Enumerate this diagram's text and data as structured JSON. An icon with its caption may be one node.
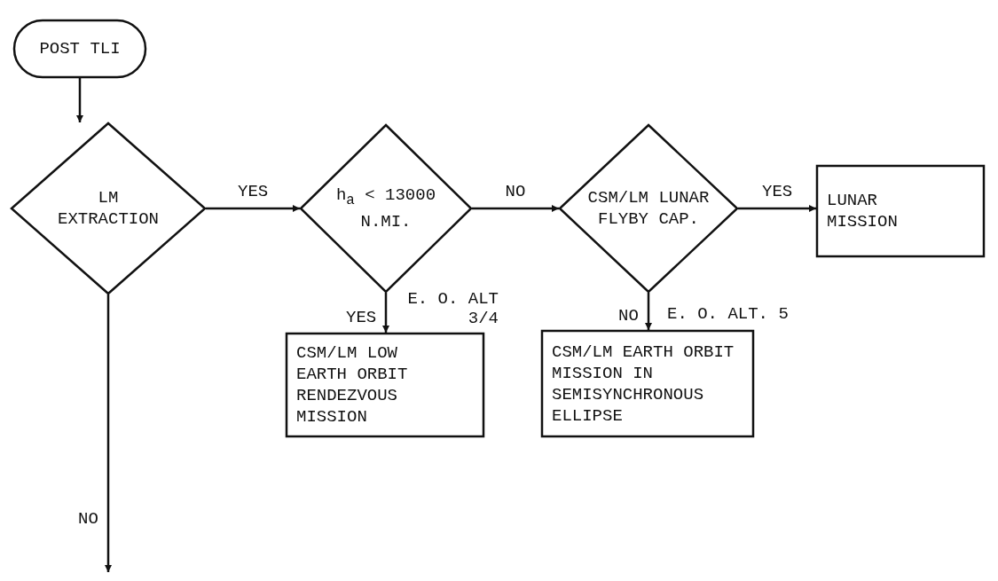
{
  "diagram": {
    "nodes": [
      {
        "text": [
          "POST TLI"
        ]
      },
      {
        "text": [
          "LM EXTRACTION"
        ]
      },
      {
        "text": [
          "h$_{a}$ < 13000 N.MI."
        ]
      },
      {
        "text": [
          "CSM/LM LUNAR FLYBY CAP."
        ]
      },
      {
        "text": [
          "LUNAR MISSION"
        ]
      },
      {
        "text": [
          "CSM/LM LOW EARTH ORBIT RENDEZVOUS MISSION"
        ]
      },
      {
        "text": [
          "CSM/LM EARTH ORBIT MISSION IN SEMISYNCHRONOUS ELLIPSE"
        ]
      }
    ],
    "edges": [
      {
        "from": 0,
        "to": 1,
        "arrow": "to"
      },
      {
        "from": 1,
        "to": 2,
        "arrow": "to",
        "label": "YES"
      },
      {
        "from": 2,
        "to": 3,
        "arrow": "to",
        "label": "NO"
      },
      {
        "from": 3,
        "to": 4,
        "arrow": "to",
        "label": "YES"
      },
      {
        "from": 2,
        "to": 5,
        "arrow": "to",
        "label": "YES"
      },
      {
        "from": 3,
        "to": 6,
        "arrow": "to",
        "label": "NO"
      },
      {
        "from": 1,
        "to": null,
        "arrow": "to",
        "label": "NO"
      }
    ],
    "labels": [
      "E. O. ALT 3/4",
      "E. O. ALT. 5"
    ]
  }
}
